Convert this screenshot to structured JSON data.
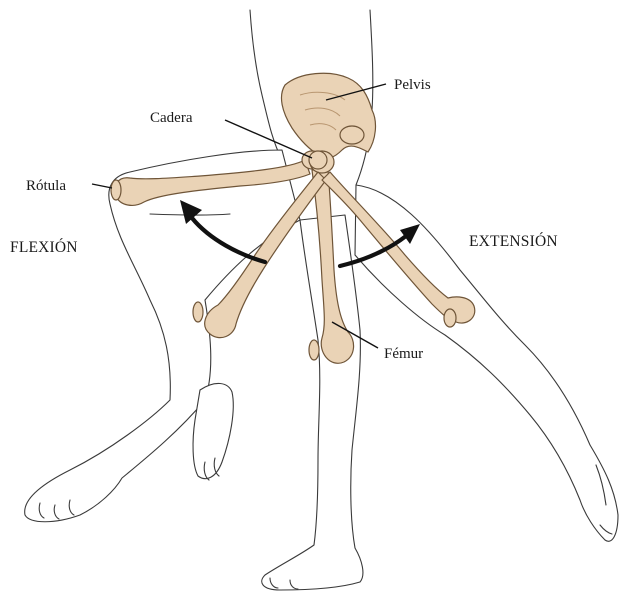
{
  "labels": {
    "pelvis": "Pelvis",
    "cadera": "Cadera",
    "rotula": "Rótula",
    "flexion": "FLEXIÓN",
    "extension": "EXTENSIÓN",
    "femur": "Fémur"
  },
  "colors": {
    "bone": "#ead3b6",
    "outline": "#3a3a3a",
    "arrow": "#111111"
  }
}
